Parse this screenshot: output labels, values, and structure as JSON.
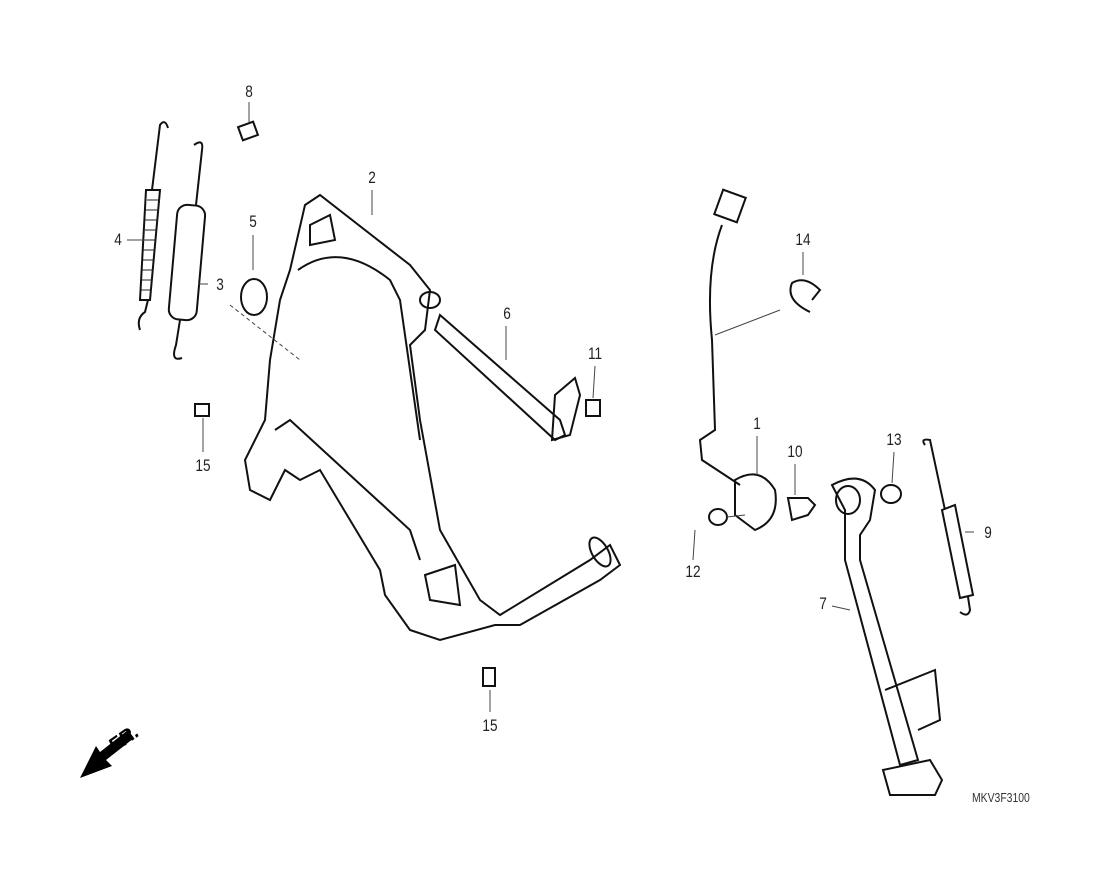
{
  "diagram": {
    "code": "MKV3F3100",
    "front_label": "FR.",
    "callouts": [
      {
        "id": "c8",
        "label": "8"
      },
      {
        "id": "c2",
        "label": "2"
      },
      {
        "id": "c4",
        "label": "4"
      },
      {
        "id": "c5",
        "label": "5"
      },
      {
        "id": "c3",
        "label": "3"
      },
      {
        "id": "c6",
        "label": "6"
      },
      {
        "id": "c11",
        "label": "11"
      },
      {
        "id": "c14",
        "label": "14"
      },
      {
        "id": "c15a",
        "label": "15"
      },
      {
        "id": "c1",
        "label": "1"
      },
      {
        "id": "c10",
        "label": "10"
      },
      {
        "id": "c13",
        "label": "13"
      },
      {
        "id": "c9",
        "label": "9"
      },
      {
        "id": "c12",
        "label": "12"
      },
      {
        "id": "c7",
        "label": "7"
      },
      {
        "id": "c15b",
        "label": "15"
      }
    ]
  }
}
